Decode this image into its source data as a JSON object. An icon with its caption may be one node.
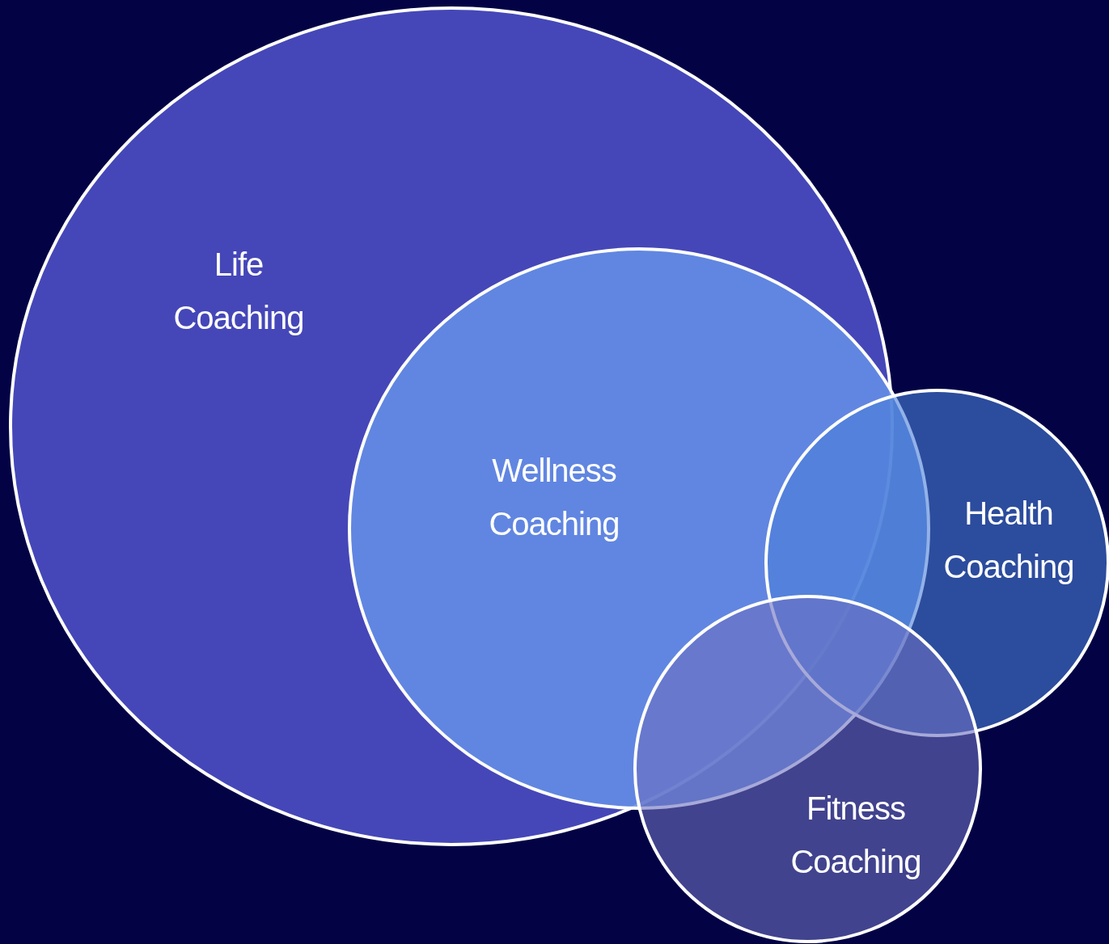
{
  "diagram": {
    "nodes": [
      {
        "text": [
          "Life Coaching"
        ]
      },
      {
        "text": [
          "Wellness Coaching"
        ]
      },
      {
        "text": [
          "Health Coaching"
        ]
      },
      {
        "text": [
          "Fitness Coaching"
        ]
      }
    ]
  }
}
